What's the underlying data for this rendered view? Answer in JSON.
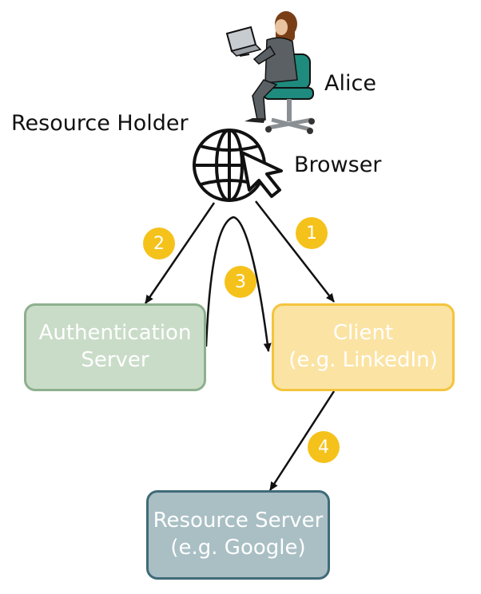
{
  "labels": {
    "alice": "Alice",
    "resource_holder": "Resource Holder",
    "browser": "Browser"
  },
  "boxes": {
    "auth_server": {
      "line1": "Authentication",
      "line2": "Server"
    },
    "client": {
      "line1": "Client",
      "line2": "(e.g. LinkedIn)"
    },
    "resource_server": {
      "line1": "Resource Server",
      "line2": "(e.g. Google)"
    }
  },
  "steps": [
    "1",
    "2",
    "3",
    "4"
  ],
  "icons": [
    "person-at-laptop-icon",
    "globe-icon",
    "cursor-arrow-icon"
  ],
  "colors": {
    "auth_fill": "#c9dcc8",
    "auth_border": "#8eb08d",
    "client_fill": "#fbe3a3",
    "client_border": "#f3c43c",
    "resource_fill": "#a9bfc4",
    "resource_border": "#3f6b78",
    "badge": "#f5c21b",
    "arrow": "#111111"
  }
}
